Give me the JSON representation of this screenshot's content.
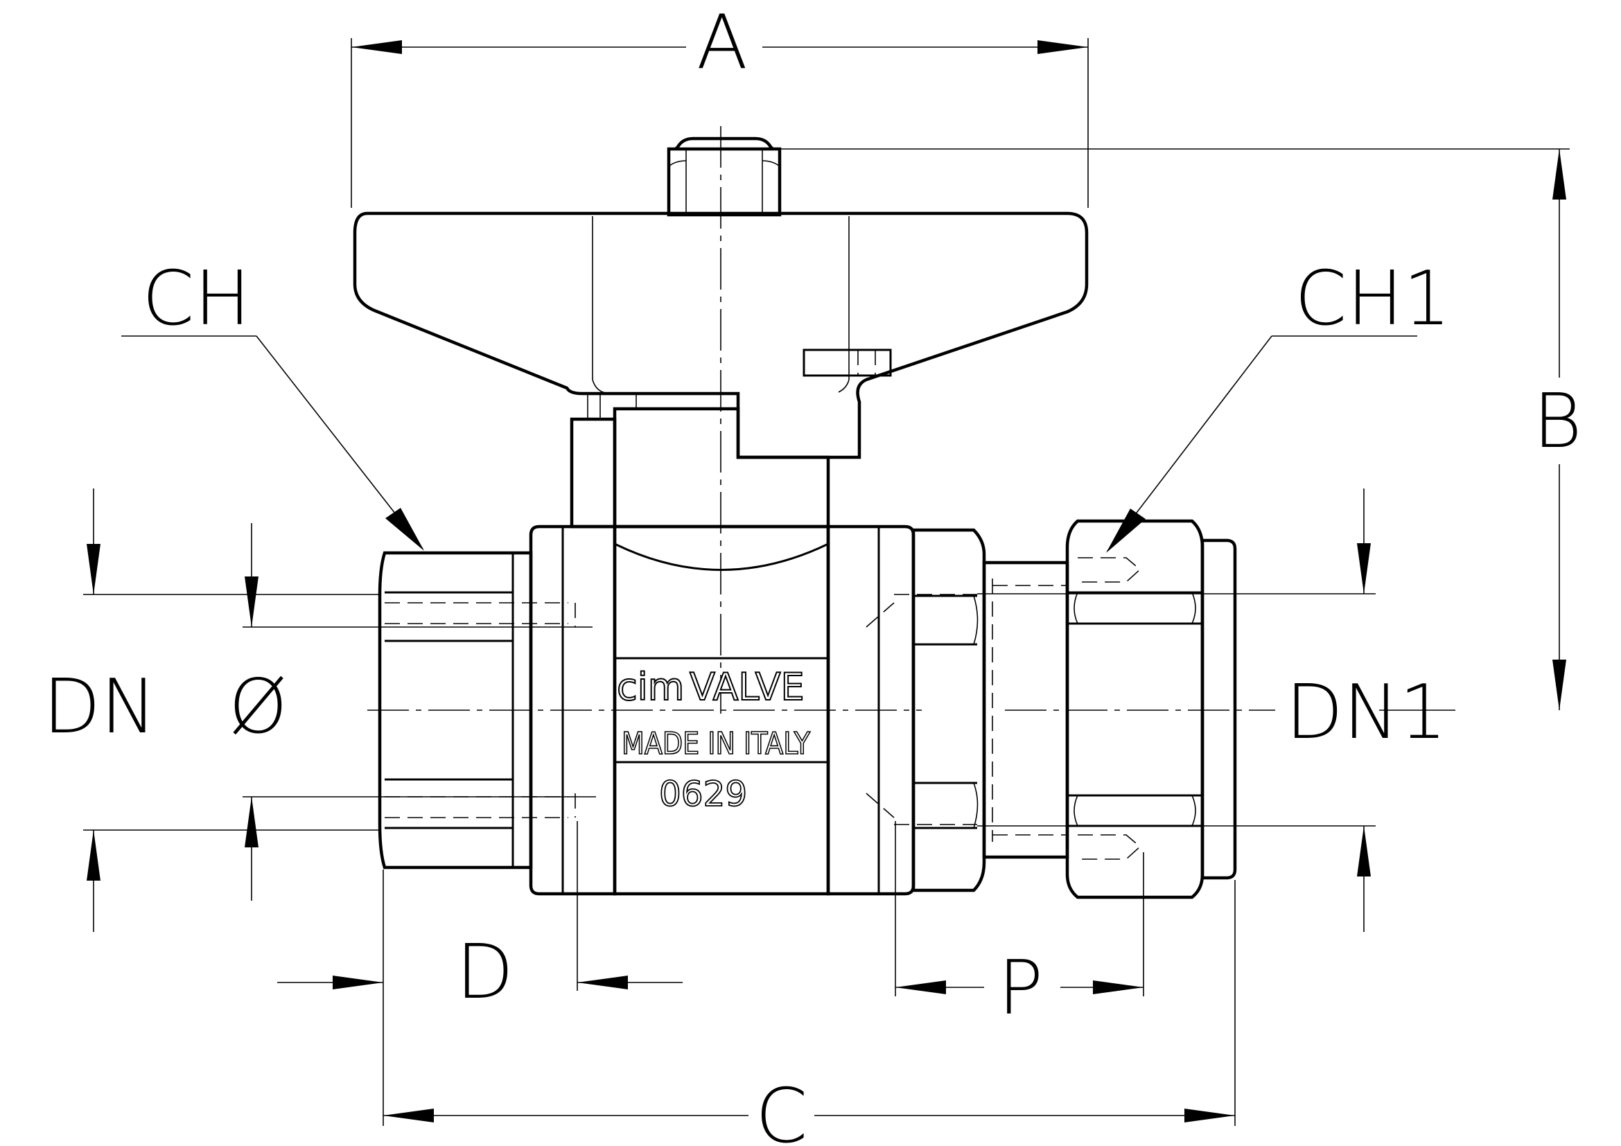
{
  "labels": {
    "A": "A",
    "B": "B",
    "C": "C",
    "D": "D",
    "P": "P",
    "CH": "CH",
    "CH1": "CH1",
    "DN": "DN",
    "DN1": "DN1",
    "diameter": "Ø"
  },
  "marking": {
    "brand_prefix": "cim",
    "brand_suffix": "VALVE",
    "origin": "MADE IN ITALY",
    "code": "0629"
  },
  "colors": {
    "line": "#000000",
    "background": "#ffffff"
  }
}
